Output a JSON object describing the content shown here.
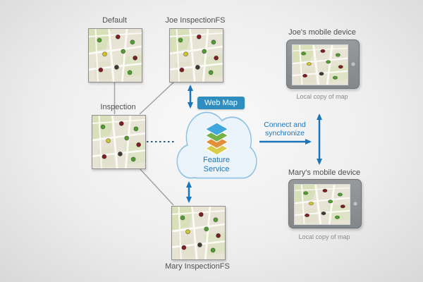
{
  "maps": {
    "default": {
      "label": "Default"
    },
    "joe": {
      "label": "Joe InspectionFS"
    },
    "inspection": {
      "label": "Inspection"
    },
    "mary": {
      "label": "Mary InspectionFS"
    }
  },
  "cloud": {
    "badge_label": "Web Map",
    "service_label": "Feature Service"
  },
  "devices": {
    "joe": {
      "title": "Joe's mobile device",
      "caption": "Local copy of map"
    },
    "mary": {
      "title": "Mary's mobile device",
      "caption": "Local copy of map"
    }
  },
  "connection": {
    "label": "Connect and synchronize"
  },
  "icons": {
    "cloud": "cloud-icon",
    "layers": "layers-icon",
    "sync_vertical": "up-down-arrow-icon",
    "sync_horizontal": "right-arrow-icon"
  },
  "colors": {
    "accent_blue": "#1b75bb",
    "badge_blue": "#2f8dc0",
    "connector_gray": "#a3a3a3",
    "dotted_line": "#33597a"
  }
}
